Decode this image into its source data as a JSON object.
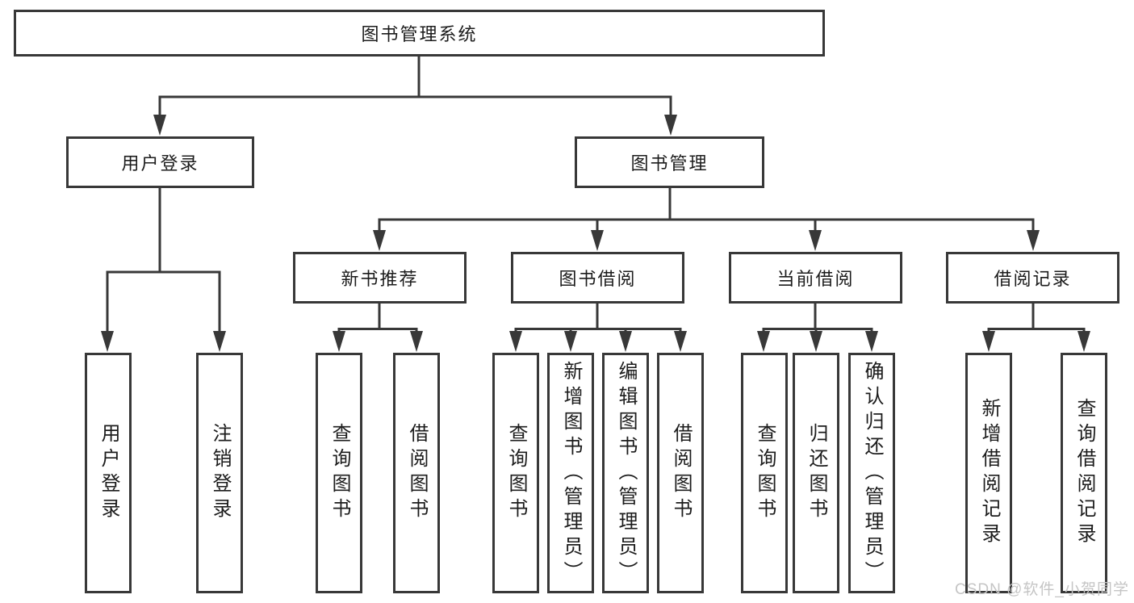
{
  "tree": {
    "root": {
      "label": "图书管理系统",
      "children": [
        {
          "label": "用户登录",
          "children": [
            {
              "label": "用户登录"
            },
            {
              "label": "注销登录"
            }
          ]
        },
        {
          "label": "图书管理",
          "children": [
            {
              "label": "新书推荐",
              "children": [
                {
                  "label": "查询图书"
                },
                {
                  "label": "借阅图书"
                }
              ]
            },
            {
              "label": "图书借阅",
              "children": [
                {
                  "label": "查询图书"
                },
                {
                  "label": "新增图书（管理员）"
                },
                {
                  "label": "编辑图书（管理员）"
                },
                {
                  "label": "借阅图书"
                }
              ]
            },
            {
              "label": "当前借阅",
              "children": [
                {
                  "label": "查询图书"
                },
                {
                  "label": "归还图书"
                },
                {
                  "label": "确认归还（管理员）"
                }
              ]
            },
            {
              "label": "借阅记录",
              "children": [
                {
                  "label": "新增借阅记录"
                },
                {
                  "label": "查询借阅记录"
                }
              ]
            }
          ]
        }
      ]
    }
  },
  "colors": {
    "line": "#383838",
    "text": "#1c1c1c",
    "watermark": "#c5c5c5",
    "background": "#ffffff"
  },
  "watermark": {
    "text": "CSDN @软件_小贺同学"
  }
}
